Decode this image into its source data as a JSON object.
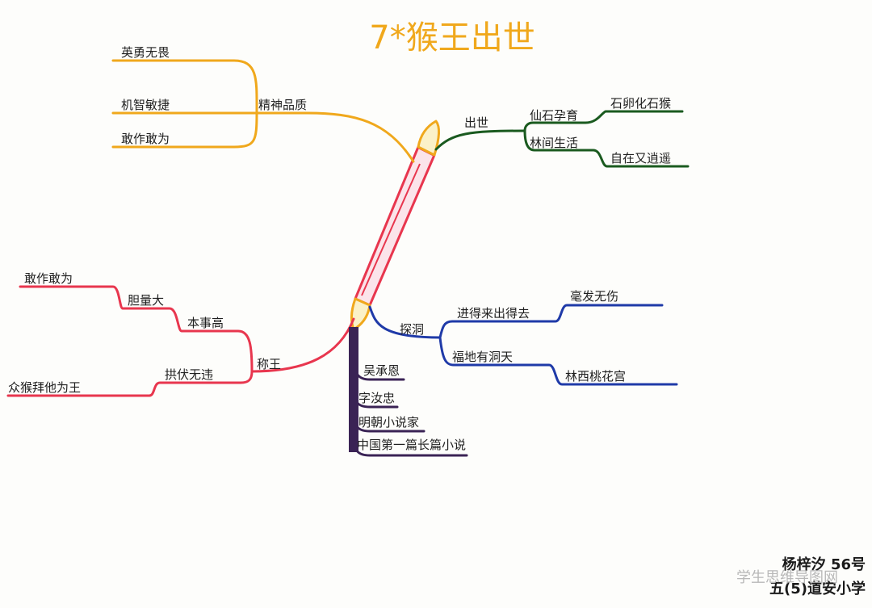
{
  "title": "7*猴王出世",
  "colors": {
    "orange": "#f0a81c",
    "green": "#1a5a1f",
    "red": "#e8364e",
    "blue": "#1f3aa8",
    "purple": "#3a2355",
    "pen_body": "#f4a6b6"
  },
  "branches": {
    "spirit": {
      "label": "精神品质",
      "items": [
        "英勇无畏",
        "机智敏捷",
        "敢作敢为"
      ]
    },
    "birth": {
      "label": "出世",
      "sub1": {
        "label": "仙石孕育",
        "leaf": "石卵化石猴"
      },
      "sub2": {
        "label": "林间生活",
        "leaf": "自在又逍遥"
      }
    },
    "king": {
      "label": "称王",
      "sub1": {
        "label": "本事高",
        "mid": "胆量大",
        "leaf": "敢作敢为"
      },
      "sub2": {
        "label": "拱伏无违",
        "leaf": "众猴拜他为王"
      }
    },
    "cave": {
      "label": "探洞",
      "sub1": {
        "label": "进得来出得去",
        "leaf": "毫发无伤"
      },
      "sub2": {
        "label": "福地有洞天",
        "leaf": "林西桃花宫"
      }
    },
    "author": {
      "items": [
        "吴承恩",
        "字汝忠",
        "明朝小说家",
        "中国第一篇长篇小说"
      ]
    }
  },
  "signature": {
    "name": "杨梓汐 56号",
    "class": "五(5)道安小学"
  },
  "watermark": "学生思维导图网"
}
